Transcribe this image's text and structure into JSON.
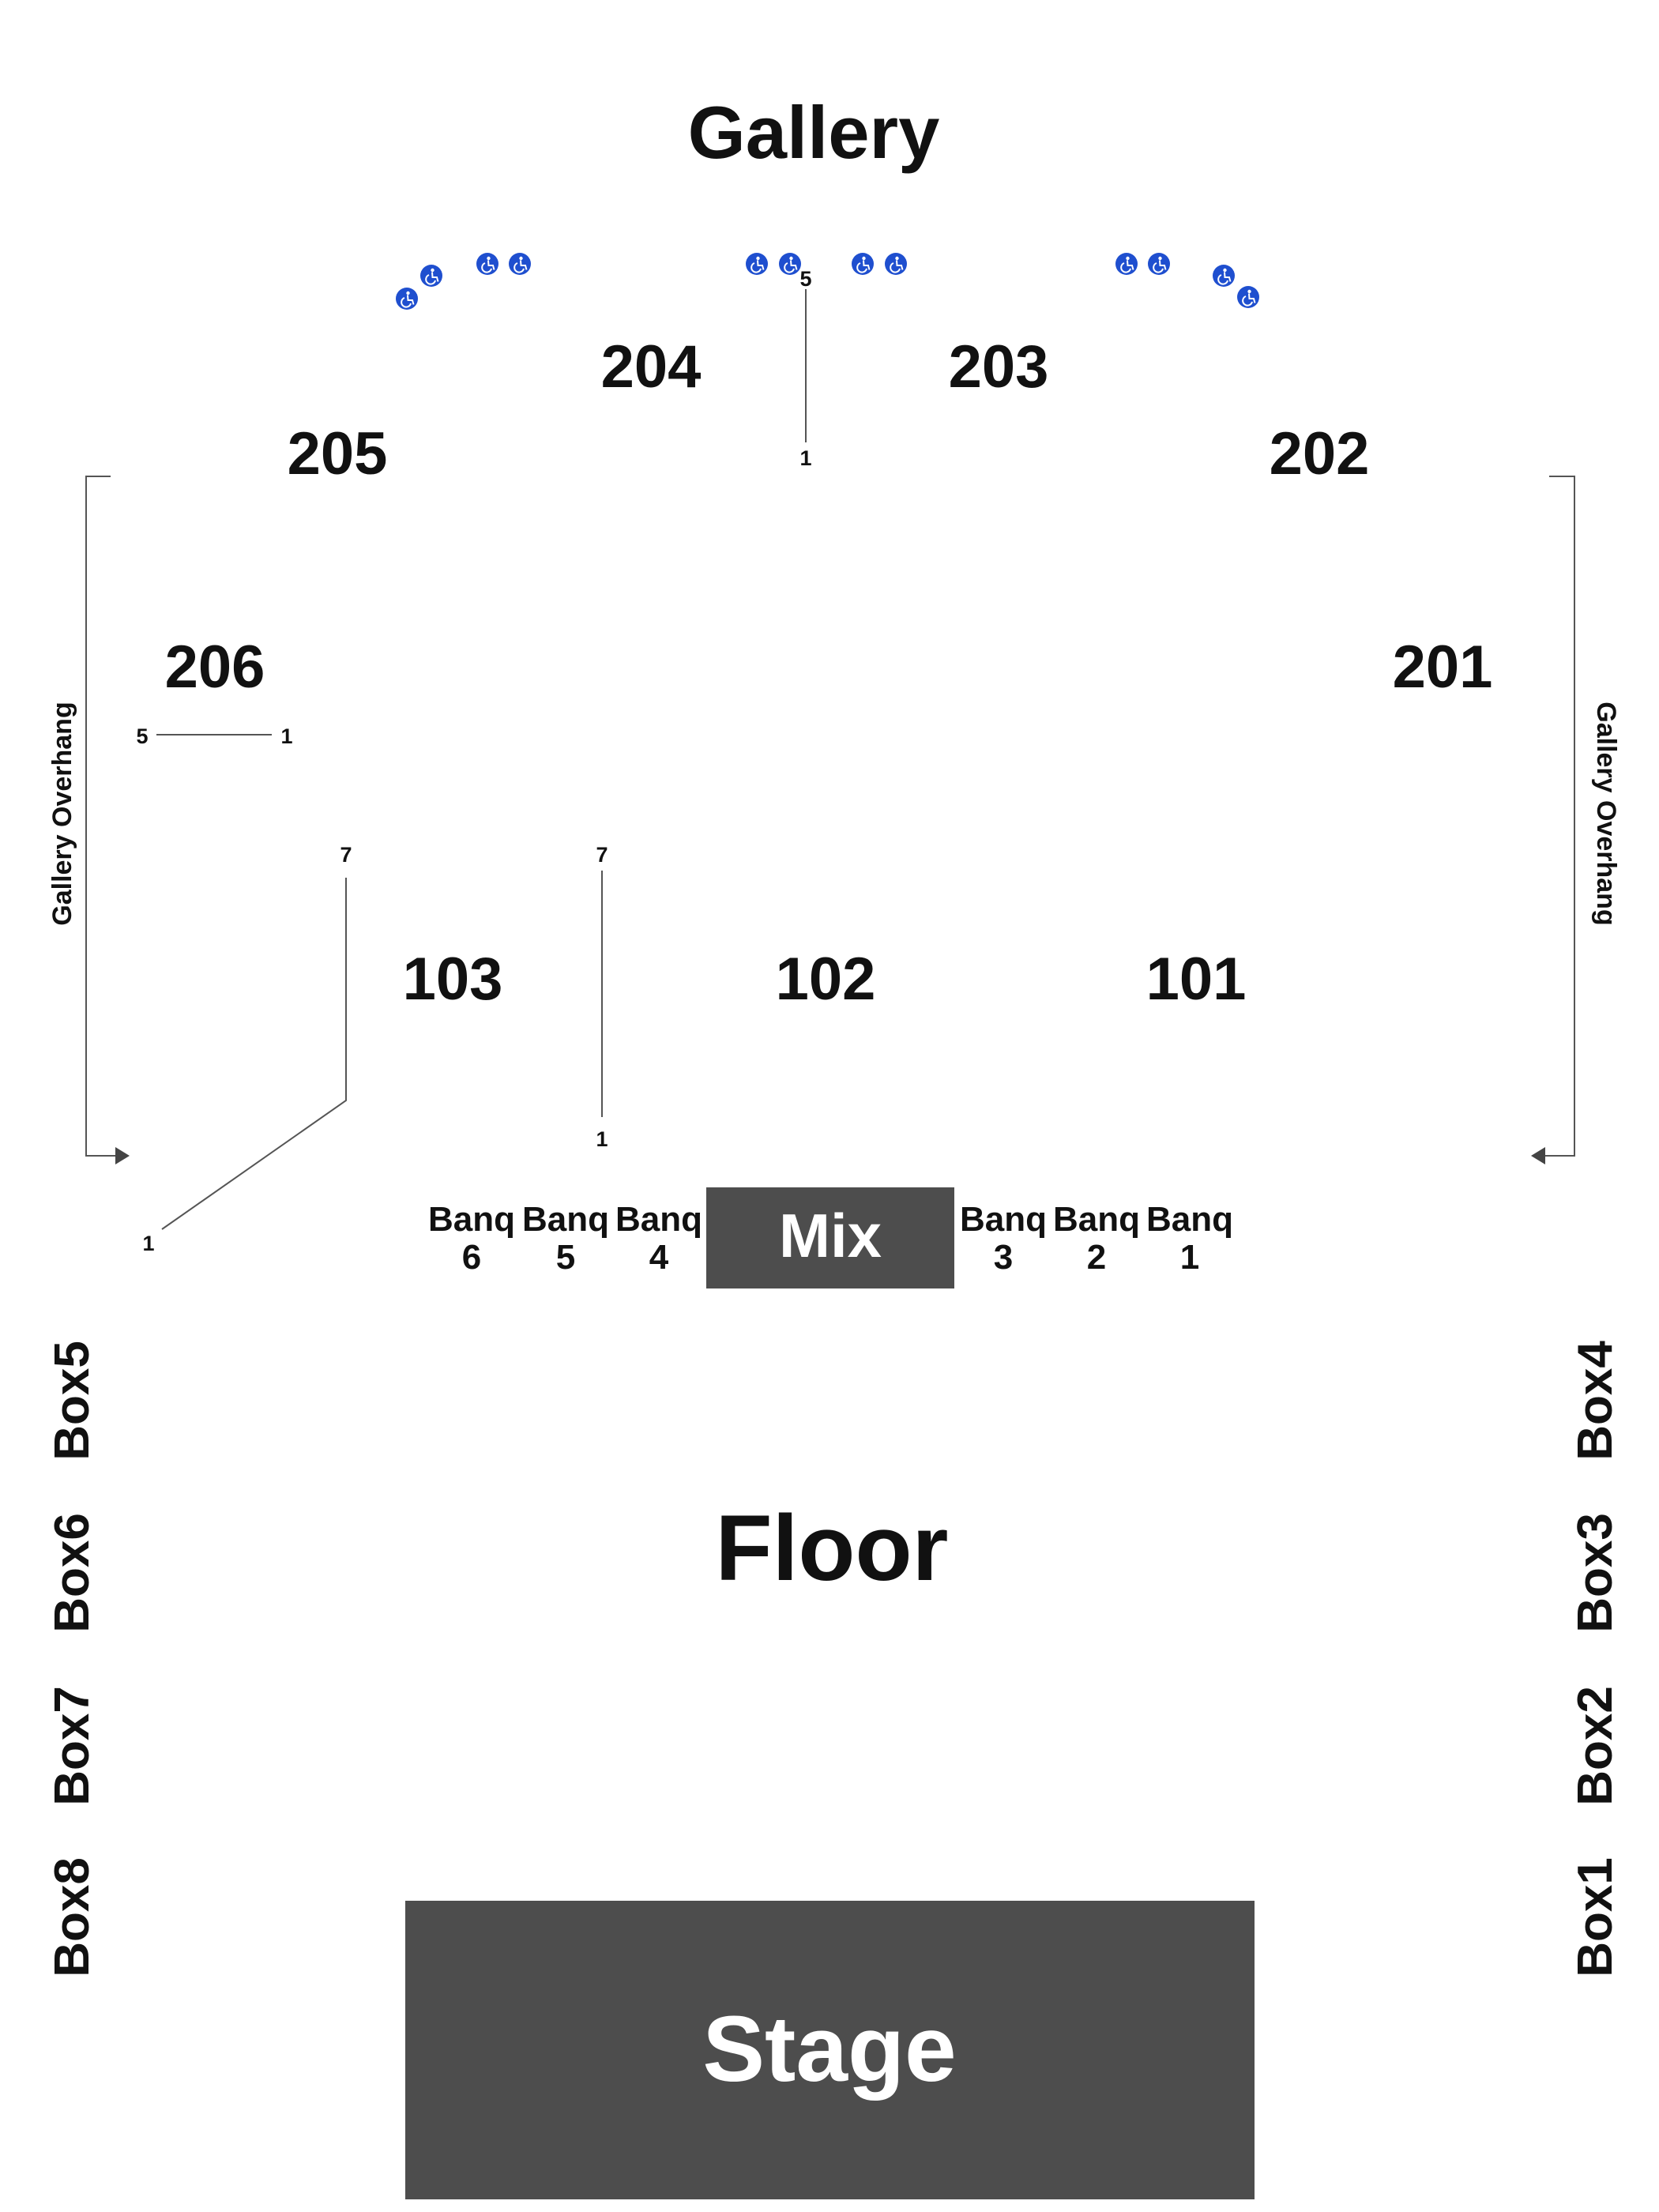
{
  "title": "Gallery",
  "gallery_sections": [
    "206",
    "205",
    "204",
    "203",
    "202",
    "201"
  ],
  "floor_sections": [
    "103",
    "102",
    "101"
  ],
  "row_markers": {
    "s206_start": "5",
    "s206_end": "1",
    "aisle_top": "5",
    "aisle_bottom": "1",
    "s103_left_top": "7",
    "s103_left_bottom": "1",
    "s103_right_top": "7",
    "s103_right_bottom": "1"
  },
  "gallery_overhang": "Gallery Overhang",
  "banquettes": [
    {
      "label": "Banq",
      "num": "6"
    },
    {
      "label": "Banq",
      "num": "5"
    },
    {
      "label": "Banq",
      "num": "4"
    },
    {
      "label": "Banq",
      "num": "3"
    },
    {
      "label": "Banq",
      "num": "2"
    },
    {
      "label": "Banq",
      "num": "1"
    }
  ],
  "mix": "Mix",
  "floor": "Floor",
  "stage": "Stage",
  "boxes_left": [
    "Box5",
    "Box6",
    "Box7",
    "Box8"
  ],
  "boxes_right": [
    "Box4",
    "Box3",
    "Box2",
    "Box1"
  ],
  "wheelchair_icon": "wheelchair-accessible-icon",
  "colors": {
    "accessible": "#1f4fcf",
    "block": "#4d4d4d",
    "text": "#111111"
  }
}
